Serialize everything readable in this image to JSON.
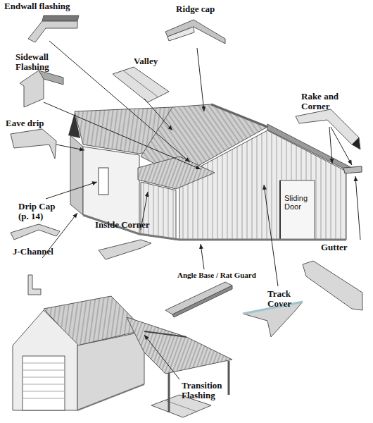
{
  "diagram": {
    "labels": [
      "Endwall flashing",
      "Ridge cap",
      "Sidewall Flashing",
      "Valley",
      "Rake and Corner",
      "Eave drip",
      "Drip Cap (p. 14)",
      "Sliding Door",
      "Inside Corner",
      "Gutter",
      "J-Channel",
      "Angle Base / Rat Guard",
      "Track Cover",
      "Transition Flashing"
    ]
  }
}
